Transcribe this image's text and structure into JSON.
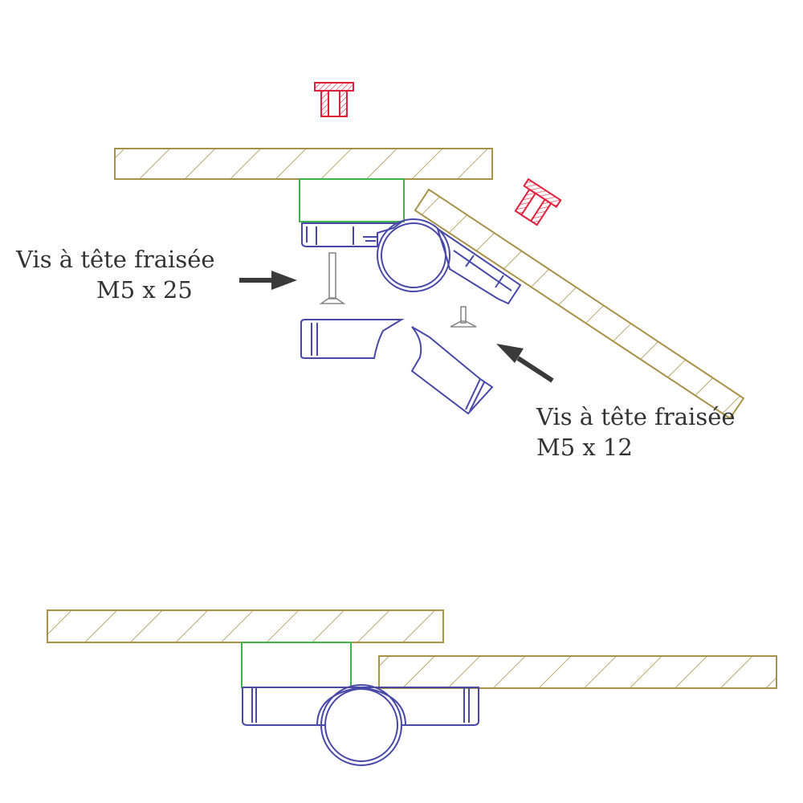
{
  "labels": {
    "screw_long": {
      "line1": "Vis à tête fraisée",
      "line2": "M5 x 25"
    },
    "screw_short": {
      "line1": "Vis à tête fraisée",
      "line2": "M5 x 12"
    }
  },
  "colors": {
    "panel": "#a8924a",
    "clamp": "#4848a8",
    "spacer": "#3cb44a",
    "insert": "#e0203c",
    "screw": "#888888",
    "arrow": "#3a3a3a",
    "text": "#333333"
  },
  "icons": {
    "arrow": "arrow-right-icon",
    "screw": "countersunk-screw-icon",
    "insert": "threaded-insert-icon"
  }
}
